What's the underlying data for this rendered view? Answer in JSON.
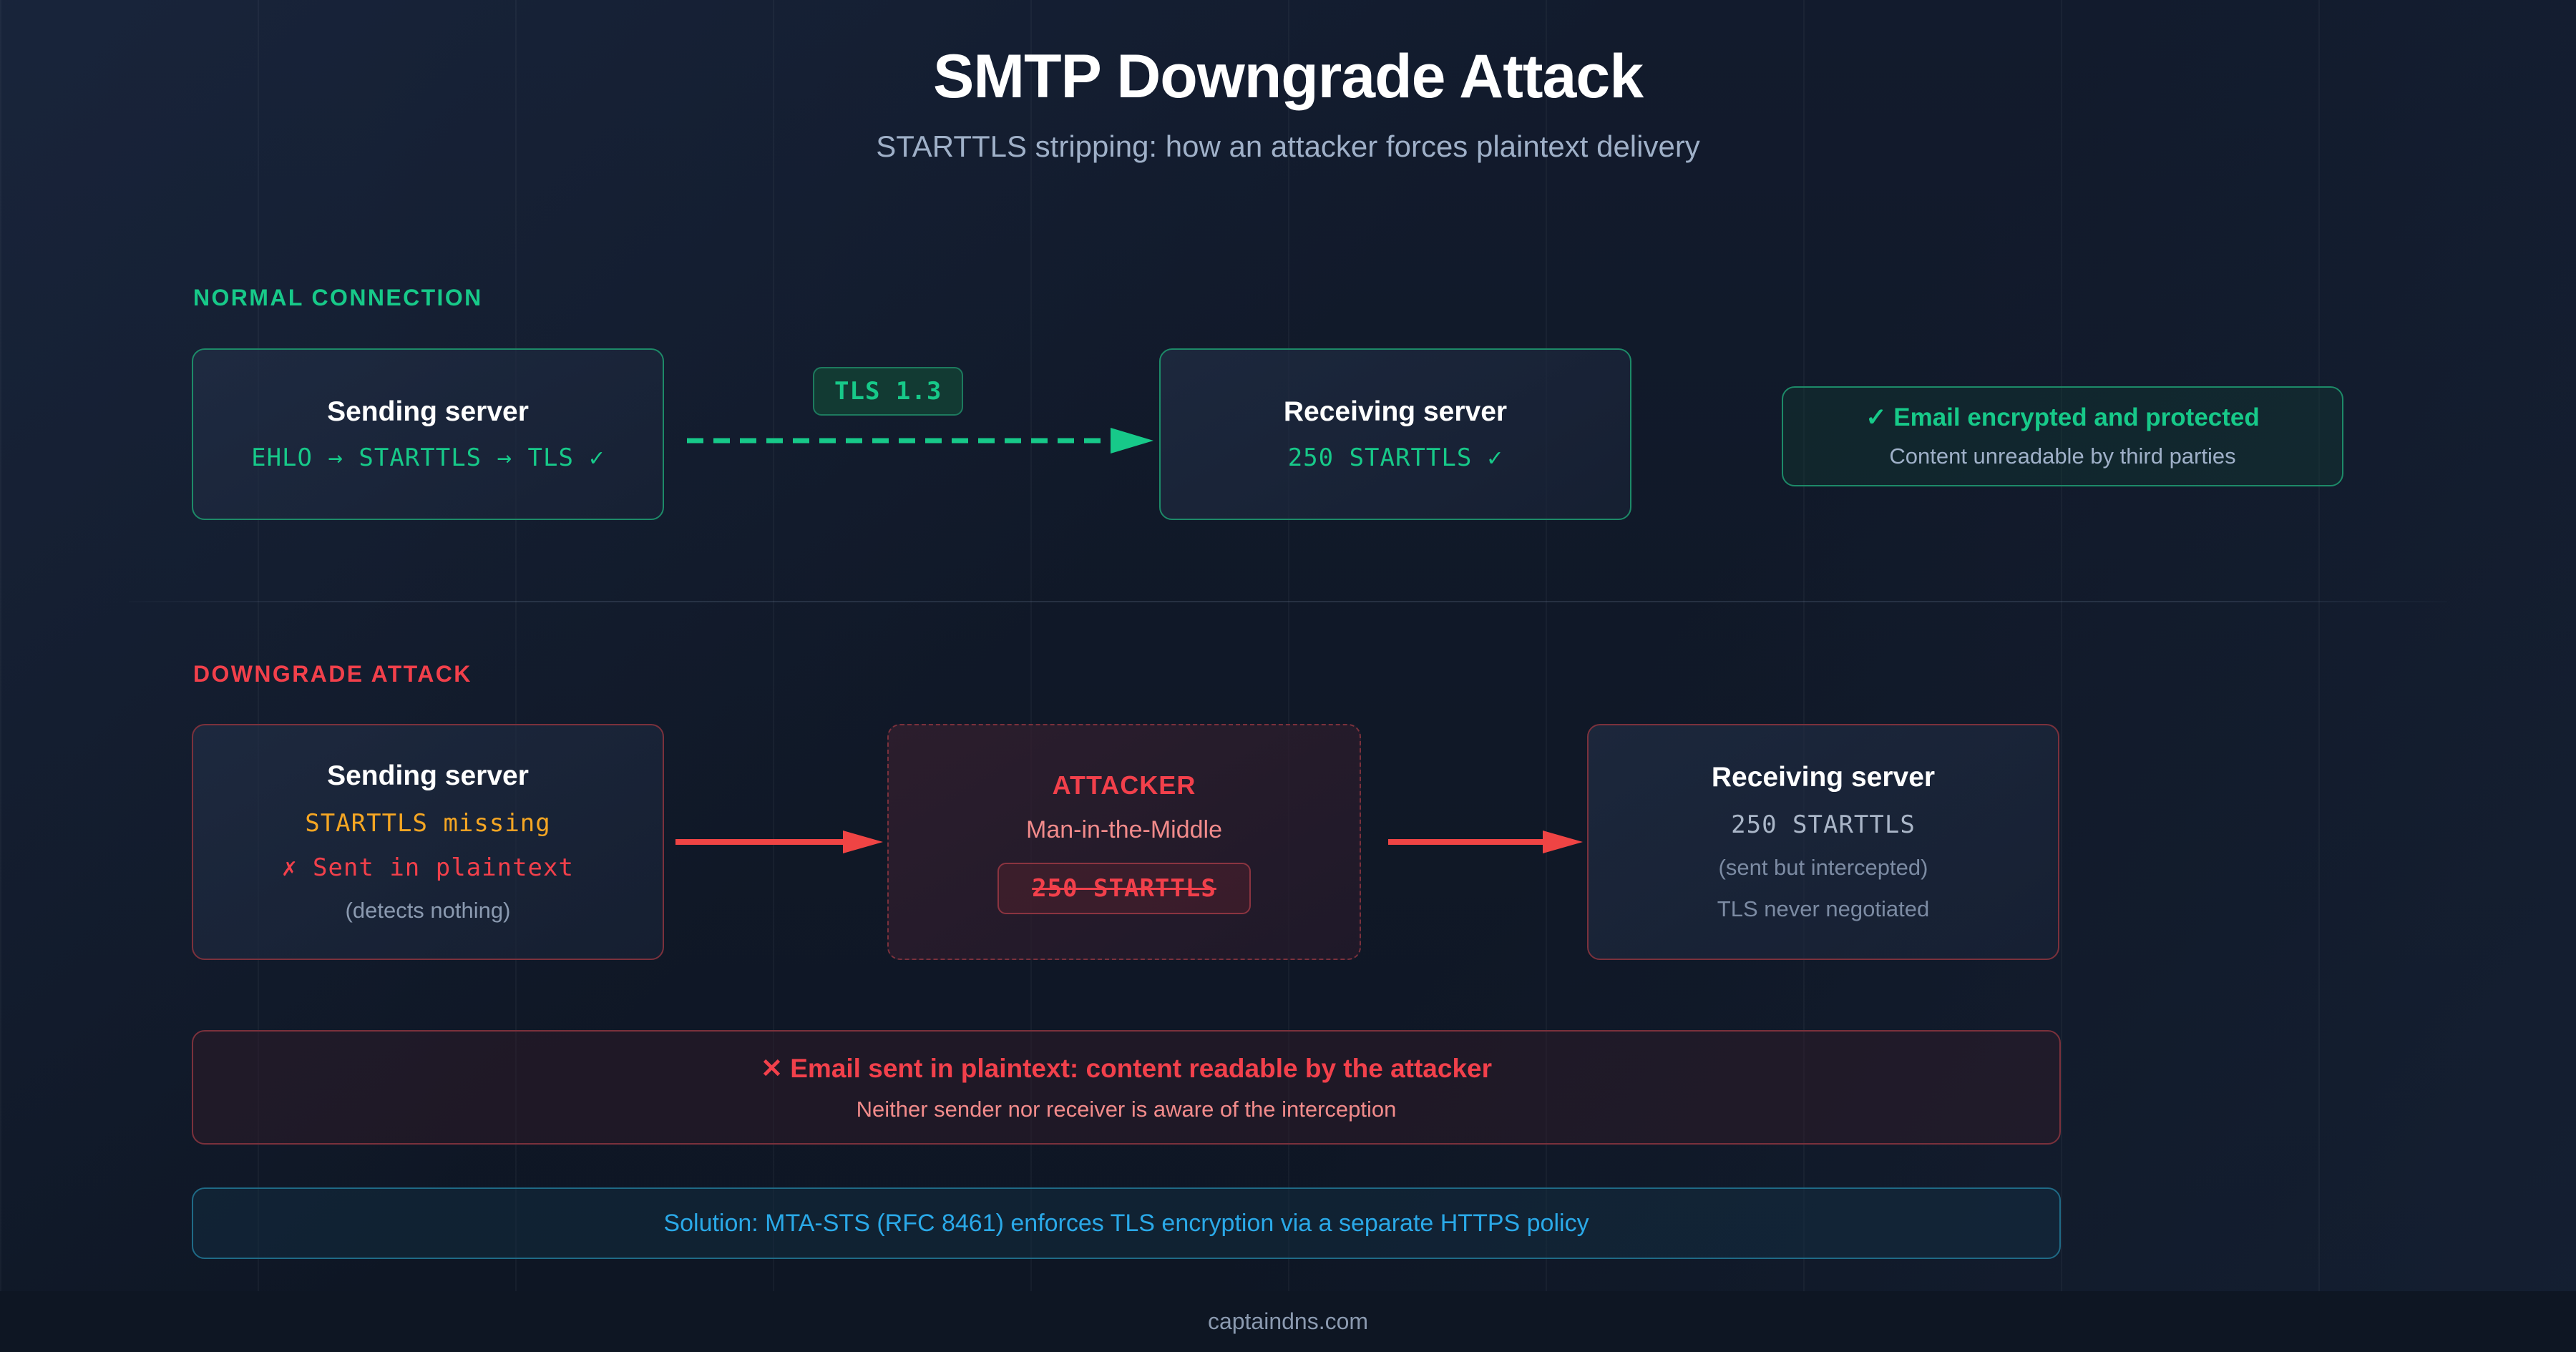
{
  "header": {
    "title": "SMTP Downgrade Attack",
    "subtitle": "STARTTLS stripping: how an attacker forces plaintext delivery"
  },
  "sections": {
    "normal": {
      "label": "NORMAL CONNECTION",
      "sending_server": {
        "title": "Sending server",
        "protocol": "EHLO → STARTTLS → TLS ✓"
      },
      "connection_badge": "TLS 1.3",
      "receiving_server": {
        "title": "Receiving server",
        "protocol": "250 STARTTLS ✓"
      },
      "result": {
        "headline": "✓ Email encrypted and protected",
        "detail": "Content unreadable by third parties"
      }
    },
    "attack": {
      "label": "DOWNGRADE ATTACK",
      "sending_server": {
        "title": "Sending server",
        "line_missing": "STARTTLS missing",
        "line_plaintext": "✗ Sent in plaintext",
        "line_note": "(detects nothing)"
      },
      "attacker": {
        "title": "ATTACKER",
        "subtitle": "Man-in-the-Middle",
        "stripped_command": "250 STARTTLS"
      },
      "receiving_server": {
        "title": "Receiving server",
        "line_command": "250 STARTTLS",
        "line_note": "(sent but intercepted)",
        "line_status": "TLS never negotiated"
      },
      "alert": {
        "headline": "✕ Email sent in plaintext: content readable by the attacker",
        "detail": "Neither sender nor receiver is aware of the interception"
      },
      "solution": {
        "text": "Solution: MTA-STS (RFC 8461) enforces TLS encryption via a separate HTTPS policy"
      }
    }
  },
  "footer": {
    "site": "captaindns.com"
  },
  "colors": {
    "background": "#111a2b",
    "success_green": "#17c989",
    "danger_red": "#f2404b",
    "warning_amber": "#f5a623",
    "info_blue": "#2aa9e8",
    "title_white": "#ffffff",
    "muted_text": "#9fb0c8"
  }
}
